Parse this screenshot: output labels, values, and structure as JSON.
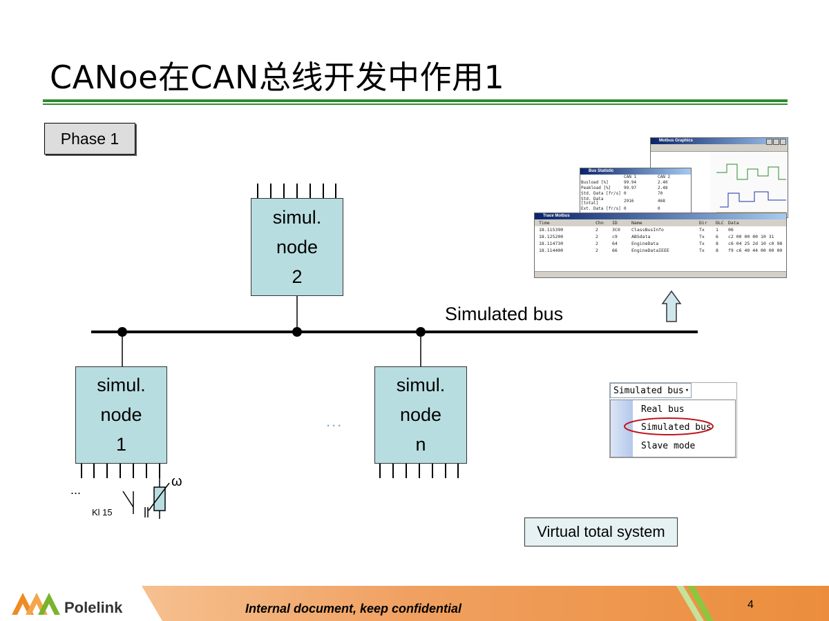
{
  "title": "CANoe在CAN总线开发中作用1",
  "phase_label": "Phase 1",
  "nodes": {
    "node2": [
      "simul.",
      "node",
      "2"
    ],
    "node1": [
      "simul.",
      "node",
      "1"
    ],
    "noden": [
      "simul.",
      "node",
      "n"
    ]
  },
  "bus_label": "Simulated bus",
  "ellipsis_mid": "...",
  "ellipsis_left": "...",
  "omega": "ω",
  "kl15": "Kl 15",
  "virtual_total": "Virtual total system",
  "menu": {
    "selected": "Simulated bus",
    "items": [
      "Real bus",
      "Simulated bus",
      "Slave mode"
    ]
  },
  "trace_window": {
    "title": "Trace Motbus",
    "columns": [
      "Time",
      "Chn",
      "ID",
      "Name",
      "Dir",
      "DLC",
      "Data"
    ],
    "rows": [
      [
        "18.115390",
        "2",
        "3C0",
        "ClassBusInfo",
        "Tx",
        "1",
        "06"
      ],
      [
        "18.125200",
        "2",
        "c9",
        "ABSdata",
        "Tx",
        "6",
        "c2 00 00 00 10 31"
      ],
      [
        "18.114730",
        "2",
        "64",
        "EngineData",
        "Tx",
        "8",
        "c6 04 25 2d 10 c0 98"
      ],
      [
        "18.114400",
        "2",
        "66",
        "EngineDataIEEE",
        "Tx",
        "8",
        "f9 c6 40 44 00 00 00"
      ]
    ]
  },
  "stats_window": {
    "title": "Bus Statistic",
    "columns": [
      "",
      "CAN 1",
      "CAN 2"
    ],
    "rows": [
      [
        "Busload [%]",
        "99.94",
        "2.40"
      ],
      [
        "Peakload [%]",
        "99.97",
        "2.48"
      ],
      [
        "Std. Data [fr/s]",
        "0",
        "70"
      ],
      [
        "Std. Data [total]",
        "2916",
        "468"
      ],
      [
        "Ext. Data [fr/s]",
        "0",
        "0"
      ]
    ]
  },
  "graphics_window": {
    "title": "Motbus Graphics"
  },
  "footer": {
    "brand": "Polelink",
    "text": "Internal document, keep confidential",
    "page": "4"
  },
  "colors": {
    "node_fill": "#b8dde0",
    "rule_green": "#2e8b2e",
    "footer_orange": "#eb8d3c",
    "logo_orange": "#f08a24",
    "logo_green": "#7ab32e"
  }
}
